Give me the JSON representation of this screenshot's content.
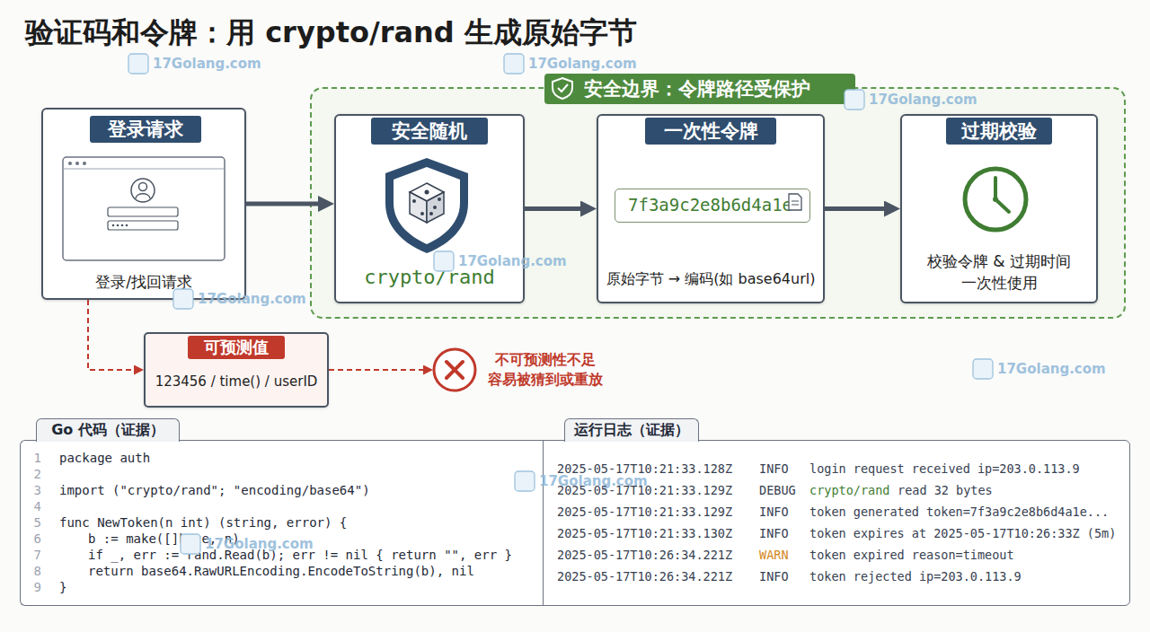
{
  "diagram": {
    "title": "验证码和令牌：用 crypto/rand 生成原始字节",
    "nodes": [
      {
        "text": [
          "登录请求",
          "登录",
          "登录/找回请求"
        ]
      },
      {
        "text": [
          "安全边界：令牌路径受保护"
        ]
      },
      {
        "text": [
          "安全随机",
          "crypto/rand"
        ],
        "in": 1
      },
      {
        "text": [
          "一次性令牌",
          "原始字节 → 编码(如 base64url)"
        ],
        "in": 1
      },
      {
        "text": [
          "7f3a9c2e8b6d4a1e"
        ],
        "in": 3
      },
      {
        "text": [
          "过期校验",
          "校验令牌 & 过期时间 一次性使用"
        ],
        "in": 1
      },
      {
        "text": [
          "可预测值",
          "123456 / time() / userID"
        ]
      },
      {
        "text": [
          "不可预测性不足 容易被猜到或重放"
        ]
      },
      {
        "text": [
          "Go 代码（证据）",
          "package auth",
          "import (\"crypto/rand\"; \"encoding/base64\")",
          "func NewToken(n int) (string, error) {",
          "b := make([]byte, n)",
          "if _, err := rand.Read(b); err != nil { return \"\", err }",
          "return base64.RawURLEncoding.EncodeToString(b), nil",
          "}"
        ]
      },
      {
        "text": [
          "运行日志（证据）",
          "2025-05-17T10:21:33.128Z",
          "INFO",
          "login request received ip=203.0.113.9",
          "2025-05-17T10:21:33.129Z",
          "DEBUG",
          "crypto/rand",
          "read 32 bytes",
          "2025-05-17T10:21:33.129Z",
          "INFO",
          "token generated token=7f3a9c2e8b6d4a1e...",
          "2025-05-17T10:21:33.130Z",
          "INFO",
          "token expires at 2025-05-17T10:26:33Z (5m)",
          "2025-05-17T10:26:34.221Z",
          "WARN",
          "token expired reason=timeout",
          "2025-05-17T10:26:34.221Z",
          "INFO",
          "token rejected ip=203.0.113.9"
        ]
      }
    ],
    "edges": [
      {
        "from": 0,
        "to": 2,
        "arrow": "to"
      },
      {
        "from": 2,
        "to": 3,
        "arrow": "to"
      },
      {
        "from": 3,
        "to": 5,
        "arrow": "to"
      },
      {
        "from": 0,
        "to": 6,
        "arrow": "to"
      },
      {
        "from": 6,
        "to": 7,
        "arrow": "to"
      }
    ],
    "labels": [
      "17Golang.com",
      "17Golang.com",
      "17Golang.com",
      "17Golang.com",
      "17Golang.com",
      "17Golang.com",
      "17Golang.com",
      "17Golang.com",
      "1",
      "2",
      "3",
      "4",
      "5",
      "6",
      "7",
      "8",
      "9"
    ]
  }
}
